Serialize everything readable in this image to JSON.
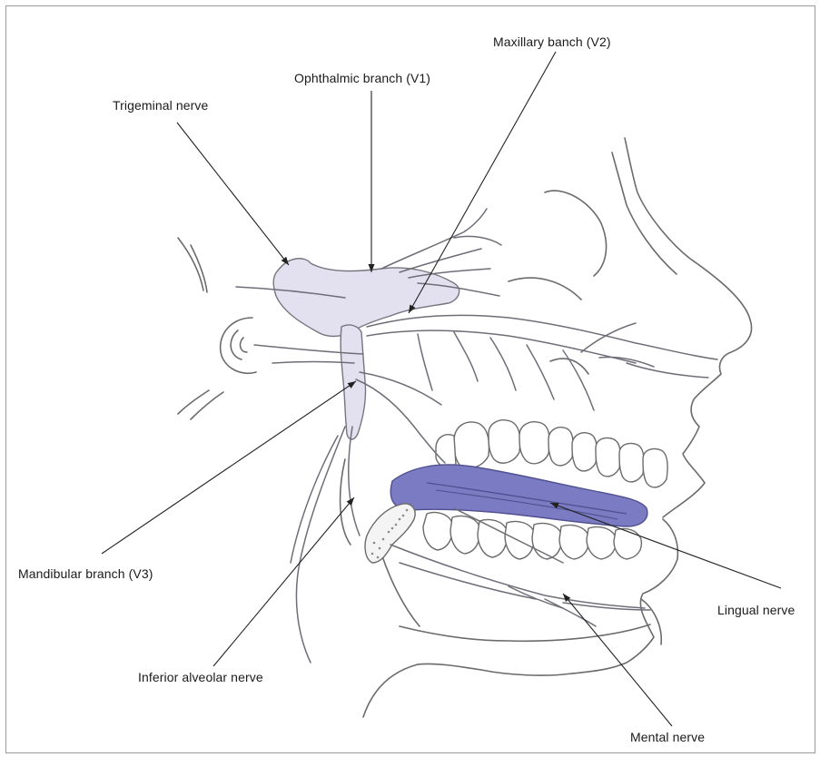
{
  "labels": {
    "trigeminal": "Trigeminal nerve",
    "ophthalmic": "Ophthalmic branch (V1)",
    "maxillary": "Maxillary banch (V2)",
    "mandibular": "Mandibular branch (V3)",
    "inferior_alveolar": "Inferior alveolar nerve",
    "lingual": "Lingual nerve",
    "mental": "Mental nerve"
  },
  "colors": {
    "nerve_fill": "#e3e1ef",
    "tongue_fill": "#7b7bc4",
    "outline": "#6b6b6b",
    "border": "#9a9a9a"
  }
}
